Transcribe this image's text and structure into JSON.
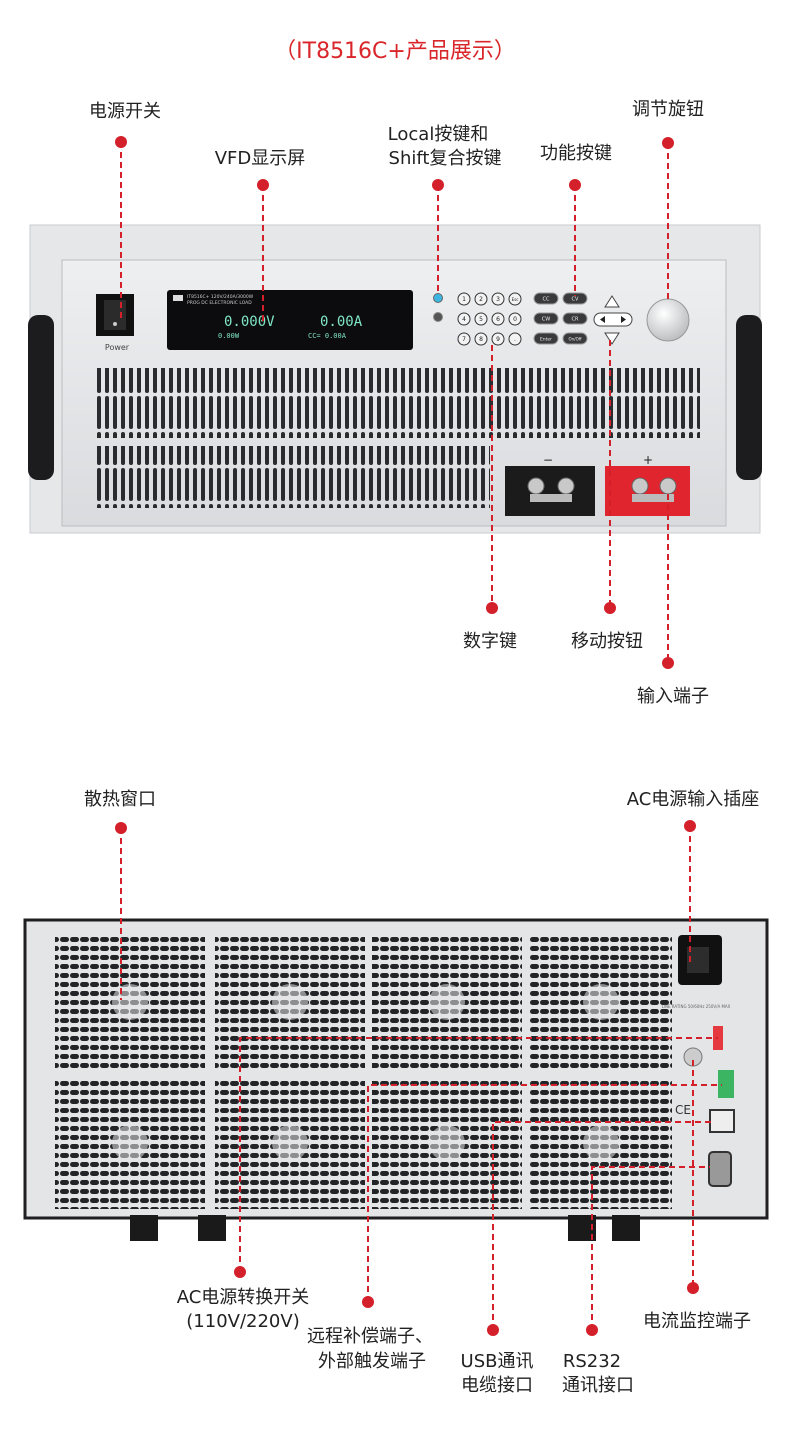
{
  "title": "（IT8516C+产品展示）",
  "front": {
    "callouts": {
      "power_switch": "电源开关",
      "vfd": "VFD显示屏",
      "local_line1": "Local按键和",
      "local_line2": "Shift复合按键",
      "function_keys": "功能按键",
      "knob": "调节旋钮",
      "numeric_keys": "数字键",
      "arrow_keys": "移动按钮",
      "input_terminal": "输入端子"
    },
    "power_label": "Power",
    "display": {
      "model_line1": "IT8516C+ 120V/240A/3000W",
      "model_line2": "PROG DC ELECTRONIC LOAD",
      "voltage": "0.000V",
      "current": "0.00A",
      "sub_voltage": "0.00W",
      "sub_current": "CC=  0.00A"
    },
    "keys": [
      "1",
      "2",
      "3",
      "Esc",
      "4",
      "5",
      "6",
      "0",
      "7",
      "8",
      "9",
      "."
    ],
    "function_keys": [
      "CC",
      "CV",
      "CW",
      "CR",
      "Enter",
      "On/Off"
    ],
    "terminal_minus": "−",
    "terminal_plus": "+"
  },
  "rear": {
    "callouts": {
      "vent": "散热窗口",
      "ac_inlet": "AC电源输入插座",
      "ac_switch_line1": "AC电源转换开关",
      "ac_switch_line2": "(110V/220V)",
      "remote_line1": "远程补偿端子、",
      "remote_line2": "外部触发端子",
      "usb_line1": "USB通讯",
      "usb_line2": "电缆接口",
      "rs232_line1": "RS232",
      "rs232_line2": "通讯接口",
      "current_monitor": "电流监控端子"
    },
    "line_rating": "LINE RATING 50/60Hz 250V/A MAX"
  }
}
